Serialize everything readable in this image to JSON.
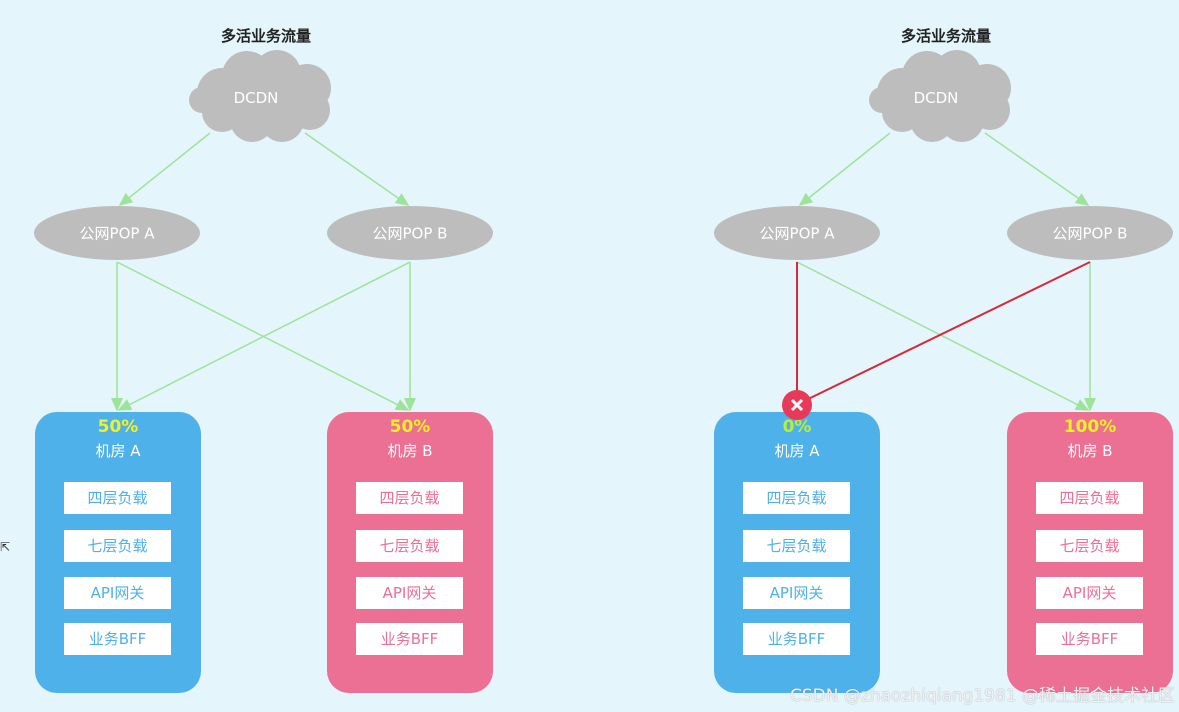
{
  "diagrams": [
    {
      "title": "多活业务流量",
      "cloud": "DCDN",
      "pop_a": "公网POP A",
      "pop_b": "公网POP B",
      "dc_a": {
        "name": "机房 A",
        "percent": "50%"
      },
      "dc_b": {
        "name": "机房 B",
        "percent": "50%"
      },
      "layers": [
        "四层负载",
        "七层负载",
        "API网关",
        "业务BFF"
      ]
    },
    {
      "title": "多活业务流量",
      "cloud": "DCDN",
      "pop_a": "公网POP A",
      "pop_b": "公网POP B",
      "dc_a": {
        "name": "机房 A",
        "percent": "0%",
        "status": "failed"
      },
      "dc_b": {
        "name": "机房 B",
        "percent": "100%"
      },
      "layers": [
        "四层负载",
        "七层负载",
        "API网关",
        "业务BFF"
      ]
    }
  ],
  "colors": {
    "flow": "#9ee39a",
    "failed": "#d9283a",
    "dc_a": "#4eb1ea",
    "dc_b": "#ec6f94",
    "percent": "#f4f21c"
  },
  "watermark": "CSDN @zhaozhiqiang1981 @稀土掘金技术社区"
}
